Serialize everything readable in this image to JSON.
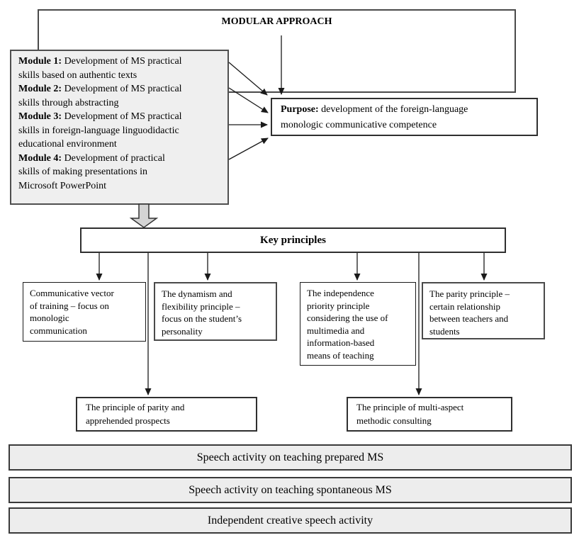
{
  "title": "MODULAR APPROACH",
  "modules": {
    "items": [
      {
        "label": "Module 1:",
        "lines": [
          "Development of MS practical",
          "skills based on authentic texts"
        ]
      },
      {
        "label": "Module 2:",
        "lines": [
          "Development of MS practical",
          "skills through abstracting"
        ]
      },
      {
        "label": "Module 3:",
        "lines": [
          "Development of MS practical",
          "skills in foreign-language linguodidactic",
          "educational environment"
        ]
      },
      {
        "label": "Module 4:",
        "lines": [
          "Development of practical",
          "skills of making presentations in",
          "Microsoft PowerPoint"
        ]
      }
    ]
  },
  "purpose": {
    "label": "Purpose:",
    "lines": [
      "development of the foreign-language",
      "monologic communicative competence"
    ]
  },
  "key_principles": {
    "title": "Key principles"
  },
  "principles": [
    {
      "lines": [
        "Communicative vector",
        "of training – focus on",
        "monologic",
        "communication"
      ]
    },
    {
      "lines": [
        "The dynamism and",
        "flexibility principle –",
        "focus on the student’s",
        "personality"
      ]
    },
    {
      "lines": [
        "The independence",
        "priority principle",
        "considering the use of",
        "multimedia and",
        "information-based",
        "means of teaching"
      ]
    },
    {
      "lines": [
        "The parity principle –",
        "certain relationship",
        "between teachers and",
        "students"
      ]
    }
  ],
  "derived_principles": [
    {
      "lines": [
        "The principle of parity and",
        "apprehended prospects"
      ]
    },
    {
      "lines": [
        "The principle of multi-aspect",
        "methodic consulting"
      ]
    }
  ],
  "activities": [
    "Speech activity on teaching prepared MS",
    "Speech activity on teaching spontaneous MS",
    "Independent creative speech activity"
  ],
  "colors": {
    "text": "#000000",
    "border_dark": "#2f2f2f",
    "module_box_fill": "#efefef",
    "bar_fill": "#ededed",
    "arrow_stroke": "#1a1a1a",
    "block_arrow_fill": "#d4d4d4"
  }
}
